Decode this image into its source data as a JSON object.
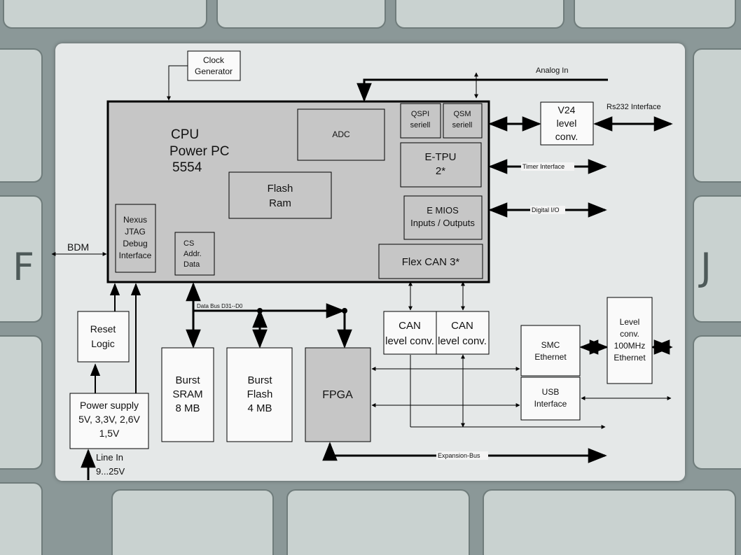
{
  "diagram": {
    "cpu": {
      "line1": "CPU",
      "line2": "Power PC",
      "line3": "5554"
    },
    "clock": [
      "Clock",
      "Generator"
    ],
    "adc": "ADC",
    "qspi": [
      "QSPI",
      "seriell"
    ],
    "qsm": [
      "QSM",
      "seriell"
    ],
    "etpu": [
      "E-TPU",
      "2*"
    ],
    "emios": [
      "E MIOS",
      "Inputs / Outputs"
    ],
    "flexcan": "Flex CAN 3*",
    "flash": [
      "Flash",
      "Ram"
    ],
    "nexus": [
      "Nexus",
      "JTAG",
      "Debug",
      "Interface"
    ],
    "cs": [
      "CS",
      "Addr.",
      "Data"
    ],
    "v24": [
      "V24",
      "level",
      "conv."
    ],
    "reset": [
      "Reset",
      "Logic"
    ],
    "power": [
      "Power supply",
      "5V, 3,3V, 2,6V",
      "1,5V"
    ],
    "sram": [
      "Burst",
      "SRAM",
      "8 MB"
    ],
    "bflash": [
      "Burst",
      "Flash",
      "4 MB"
    ],
    "fpga": "FPGA",
    "can1": [
      "CAN",
      "level conv."
    ],
    "can2": [
      "CAN",
      "level conv."
    ],
    "smc": [
      "SMC",
      "Ethernet"
    ],
    "usb": [
      "USB",
      "Interface"
    ],
    "levelconv": [
      "Level",
      "conv.",
      "100MHz",
      "Ethernet"
    ],
    "labels": {
      "analog_in": "Analog In",
      "rs232": "Rs232 Interface",
      "timer": "Timer Interface",
      "digital": "Digital I/O",
      "bdm": "BDM",
      "databus": "Data Bus D31--D0",
      "expansion": "Expansion-Bus",
      "line_in": [
        "Line In",
        "9...25V"
      ]
    }
  }
}
